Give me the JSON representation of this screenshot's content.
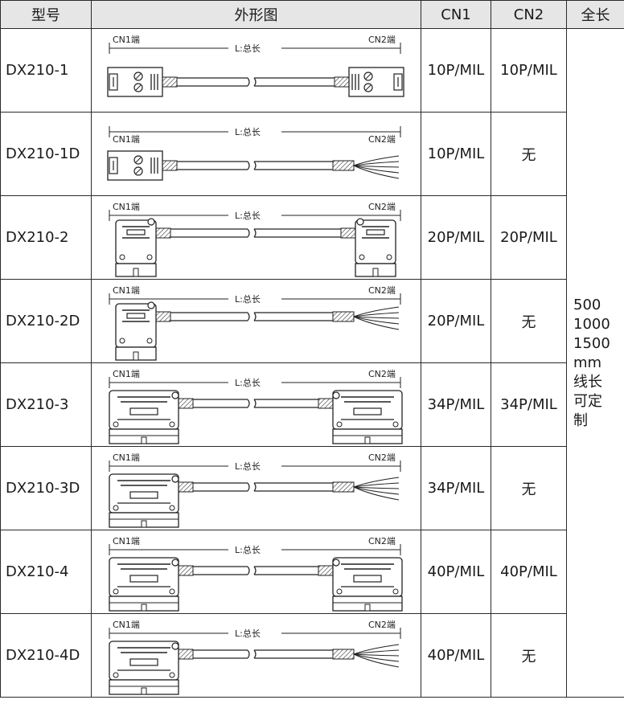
{
  "headers": {
    "model": "型号",
    "shape": "外形图",
    "cn1": "CN1",
    "cn2": "CN2",
    "length": "全长"
  },
  "diagram_labels": {
    "cn1_end": "CN1端",
    "cn2_end": "CN2端",
    "total_length": "L:总长"
  },
  "rows": [
    {
      "model": "DX210-1",
      "cn1": "10P/MIL",
      "cn2": "10P/MIL",
      "style": "small",
      "double": true
    },
    {
      "model": "DX210-1D",
      "cn1": "10P/MIL",
      "cn2": "无",
      "style": "small",
      "double": false
    },
    {
      "model": "DX210-2",
      "cn1": "20P/MIL",
      "cn2": "20P/MIL",
      "style": "medium",
      "double": true
    },
    {
      "model": "DX210-2D",
      "cn1": "20P/MIL",
      "cn2": "无",
      "style": "medium",
      "double": false
    },
    {
      "model": "DX210-3",
      "cn1": "34P/MIL",
      "cn2": "34P/MIL",
      "style": "large",
      "double": true
    },
    {
      "model": "DX210-3D",
      "cn1": "34P/MIL",
      "cn2": "无",
      "style": "large",
      "double": false
    },
    {
      "model": "DX210-4",
      "cn1": "40P/MIL",
      "cn2": "40P/MIL",
      "style": "large",
      "double": true
    },
    {
      "model": "DX210-4D",
      "cn1": "40P/MIL",
      "cn2": "无",
      "style": "large",
      "double": false
    }
  ],
  "length_lines": [
    "500",
    "1000",
    "1500",
    "mm",
    "线长",
    "可定",
    "制"
  ]
}
